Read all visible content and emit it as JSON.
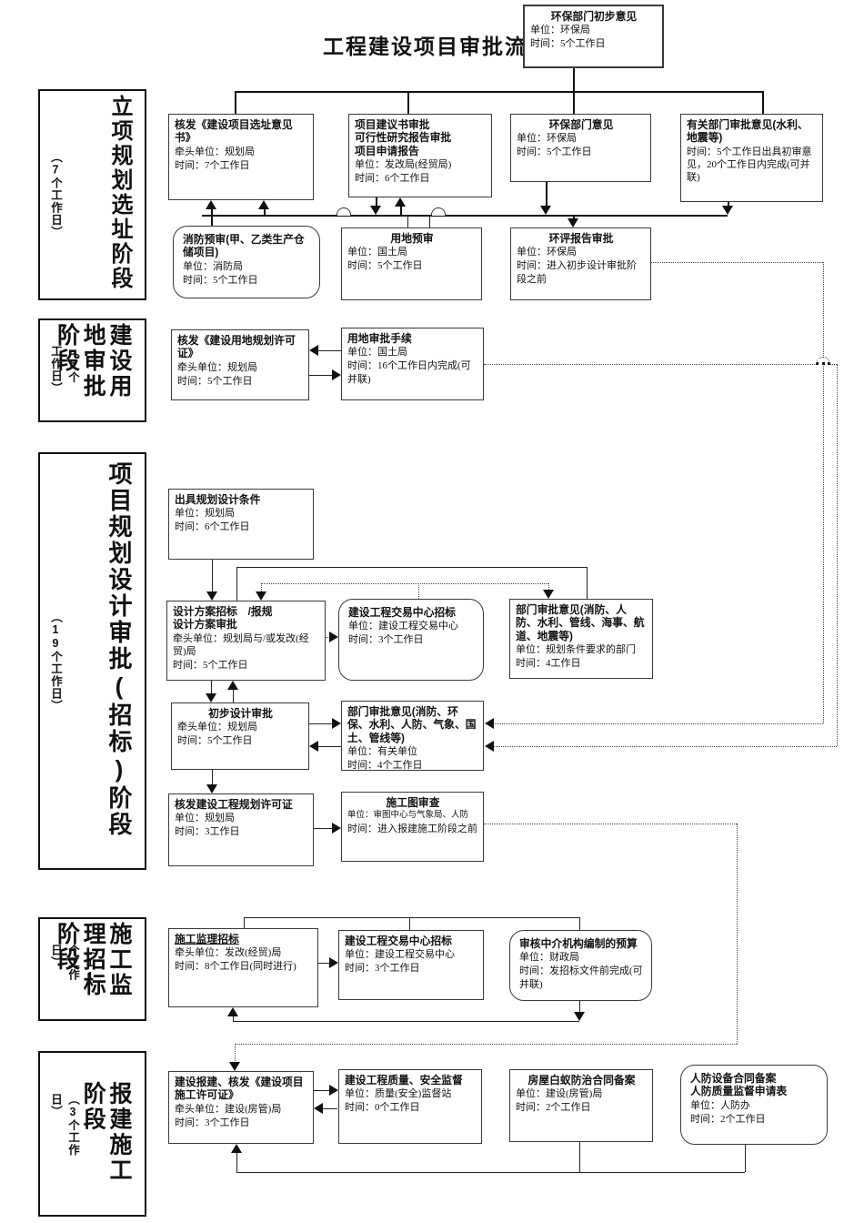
{
  "page_title": "工程建设项目审批流程",
  "stages": [
    {
      "id": "s1",
      "name": "立项规划选址阶段",
      "duration": "（7个工作日）"
    },
    {
      "id": "s2",
      "name": "建设用地审批阶段",
      "duration": "（5个工作日）"
    },
    {
      "id": "s3",
      "name": "项目规划设计审批(招标)阶段",
      "duration": "（19个工作日）"
    },
    {
      "id": "s4",
      "name": "施工监理招标阶段",
      "duration": "（11个工作日）"
    },
    {
      "id": "s5",
      "name": "报建施工阶段",
      "duration": "（3个工作日）"
    }
  ],
  "nodes": [
    {
      "id": "b0",
      "shape": "rect",
      "align": "center",
      "title": [
        "环保部门初步意见"
      ],
      "body": [
        "单位：环保局",
        "时间：5个工作日"
      ]
    },
    {
      "id": "b1",
      "shape": "rect",
      "align": "left",
      "title": [
        "核发《建设项目选址意见书》"
      ],
      "body": [
        "牵头单位：规划局",
        "时间：7个工作日"
      ]
    },
    {
      "id": "b2",
      "shape": "rect",
      "align": "left",
      "title": [
        "项目建议书审批",
        "可行性研究报告审批",
        "项目申请报告"
      ],
      "body": [
        "单位：发改局(经贸局)",
        "时间：6个工作日"
      ]
    },
    {
      "id": "b3",
      "shape": "rect",
      "align": "center",
      "title": [
        "环保部门意见"
      ],
      "body": [
        "单位：环保局",
        "时间：5个工作日"
      ]
    },
    {
      "id": "b4",
      "shape": "rect",
      "align": "left",
      "title": [
        "有关部门审批意见(水利、地震等)"
      ],
      "body": [
        "时间：5个工作日出具初审意见，20个工作日内完成(可并联)"
      ]
    },
    {
      "id": "b5",
      "shape": "rounded",
      "align": "left",
      "title": [
        "消防预审(甲、乙类生产仓储项目)"
      ],
      "body": [
        "单位：消防局",
        "时间：5个工作日"
      ]
    },
    {
      "id": "b6",
      "shape": "rect",
      "align": "center",
      "title": [
        "用地预审"
      ],
      "body": [
        "单位：国土局",
        "时间：5个工作日"
      ]
    },
    {
      "id": "b7",
      "shape": "rect",
      "align": "center",
      "title": [
        "环评报告审批"
      ],
      "body": [
        "单位：环保局",
        "时间：进入初步设计审批阶段之前"
      ]
    },
    {
      "id": "b8",
      "shape": "rect",
      "align": "left",
      "title": [
        "核发《建设用地规划许可证》"
      ],
      "body": [
        "牵头单位：规划局",
        "时间：5个工作日"
      ]
    },
    {
      "id": "b9",
      "shape": "rect",
      "align": "left",
      "title": [
        "用地审批手续"
      ],
      "body": [
        "单位：国土局",
        "时间：16个工作日内完成(可并联)"
      ]
    },
    {
      "id": "b10",
      "shape": "rect",
      "align": "left",
      "title": [
        "出具规划设计条件"
      ],
      "body": [
        "单位：规划局",
        "时间：6个工作日"
      ]
    },
    {
      "id": "b11",
      "shape": "rect",
      "align": "left",
      "title": [
        "设计方案招标　/报规",
        "设计方案审批"
      ],
      "body": [
        "牵头单位：规划局与/或发改(经贸)局",
        "时间：5个工作日"
      ]
    },
    {
      "id": "b12",
      "shape": "rounded",
      "align": "left",
      "title": [
        "建设工程交易中心招标"
      ],
      "body": [
        "单位：建设工程交易中心",
        "时间：3个工作日"
      ]
    },
    {
      "id": "b13",
      "shape": "rect",
      "align": "left",
      "title": [
        "部门审批意见(消防、人防、水利、管线、海事、航道、地震等)"
      ],
      "body": [
        "单位：规划条件要求的部门",
        "时间：4工作日"
      ]
    },
    {
      "id": "b14",
      "shape": "rect",
      "align": "center",
      "title": [
        "初步设计审批"
      ],
      "body": [
        "牵头单位：规划局",
        "时间：5个工作日"
      ]
    },
    {
      "id": "b15",
      "shape": "rect",
      "align": "left",
      "title": [
        "部门审批意见(消防、环保、水利、人防、气象、国土、管线等)"
      ],
      "body": [
        "单位：有关单位",
        "时间：4个工作日"
      ]
    },
    {
      "id": "b16",
      "shape": "rect",
      "align": "left",
      "title": [
        "核发建设工程规划许可证"
      ],
      "body": [
        "单位：规划局",
        "时间：3工作日"
      ]
    },
    {
      "id": "b17",
      "shape": "rect",
      "align": "center",
      "small_first": true,
      "title": [
        "施工图审查"
      ],
      "body": [
        "单位：审图中心与气象局、人防",
        "时间：进入报建施工阶段之前"
      ]
    },
    {
      "id": "b18",
      "shape": "rect",
      "align": "left",
      "underline": true,
      "title": [
        "施工监理招标"
      ],
      "body": [
        "牵头单位：发改(经贸)局",
        "时间：8个工作日(同时进行)"
      ]
    },
    {
      "id": "b19",
      "shape": "rect",
      "align": "left",
      "title": [
        "建设工程交易中心招标"
      ],
      "body": [
        "单位：建设工程交易中心",
        "时间：3个工作日"
      ]
    },
    {
      "id": "b20",
      "shape": "rounded",
      "align": "left",
      "title": [
        "审核中介机构编制的预算"
      ],
      "body": [
        "单位：财政局",
        "时间：发招标文件前完成(可并联)"
      ]
    },
    {
      "id": "b21",
      "shape": "rect",
      "align": "left",
      "title": [
        "建设报建、核发《建设项目施工许可证》"
      ],
      "body": [
        "牵头单位：建设(房管)局",
        "时间：3个工作日"
      ]
    },
    {
      "id": "b22",
      "shape": "rect",
      "align": "left",
      "title": [
        "建设工程质量、安全监督"
      ],
      "body": [
        "单位：质量(安全)监督站",
        "时间：0个工作日"
      ]
    },
    {
      "id": "b23",
      "shape": "rect",
      "align": "center",
      "title": [
        "房屋白蚁防治合同备案"
      ],
      "body": [
        "单位：建设(房管)局",
        "时间：2个工作日"
      ]
    },
    {
      "id": "b24",
      "shape": "rounded",
      "align": "left",
      "title": [
        "人防设备合同备案",
        "人防质量监督申请表"
      ],
      "body": [
        "单位：人防办",
        "时间：2个工作日"
      ]
    }
  ]
}
